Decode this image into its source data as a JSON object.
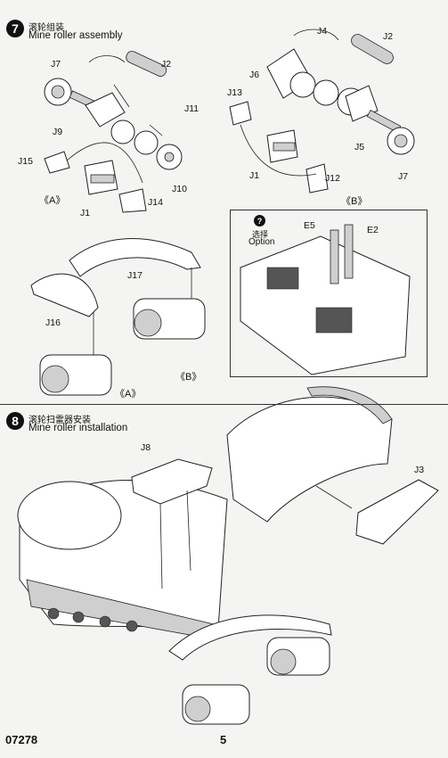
{
  "step7": {
    "number": "7",
    "title_cn": "滚轮组装",
    "title_en": "Mine roller assembly",
    "labels": {
      "J7a": "J7",
      "J2a": "J2",
      "J11": "J11",
      "J9": "J9",
      "J15": "J15",
      "J10": "J10",
      "J14": "J14",
      "J1a": "J1",
      "A1": "《A》",
      "J4": "J4",
      "J2b": "J2",
      "J6": "J6",
      "J13": "J13",
      "J5": "J5",
      "J1b": "J1",
      "J12": "J12",
      "J7b": "J7",
      "B1": "《B》",
      "J17": "J17",
      "J16": "J16",
      "B2": "《B》",
      "A2": "《A》"
    }
  },
  "option": {
    "icon_glyph": "?",
    "label_cn": "选择",
    "label_en": "Option",
    "E5": "E5",
    "E2": "E2"
  },
  "step8": {
    "number": "8",
    "title_cn": "滚轮扫雷器安装",
    "title_en": "Mine roller installation",
    "labels": {
      "J8": "J8",
      "J3": "J3"
    }
  },
  "footer": {
    "code": "07278",
    "page": "5"
  }
}
